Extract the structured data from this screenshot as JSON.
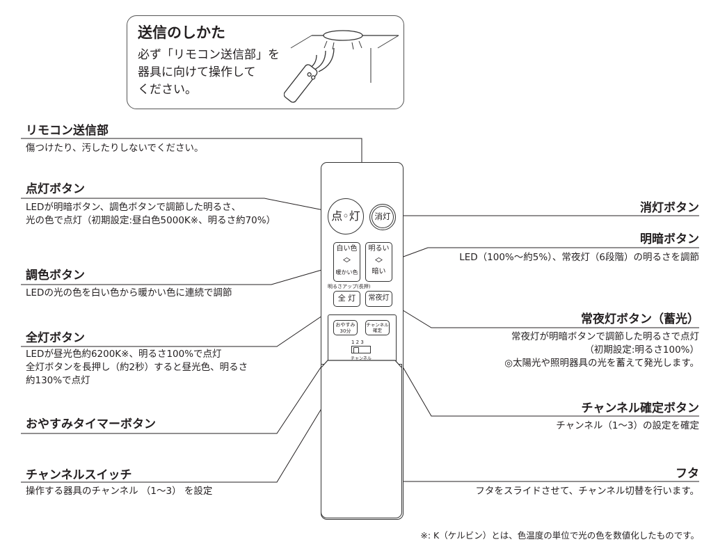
{
  "infobox": {
    "title": "送信のしかた",
    "body": "必ず「リモコン送信部」を\n器具に向けて操作して\nください。"
  },
  "callouts": {
    "transmitter": {
      "title": "リモコン送信部",
      "desc": "傷つけたり、汚したりしないでください。"
    },
    "on_button": {
      "title": "点灯ボタン",
      "desc": "LEDが明暗ボタン、調色ボタンで調節した明るさ、\n光の色で点灯（初期設定:昼白色5000K※、明るさ約70%）"
    },
    "color_button": {
      "title": "調色ボタン",
      "desc": "LEDの光の色を白い色から暖かい色に連続で調節"
    },
    "full_button": {
      "title": "全灯ボタン",
      "desc": "LEDが昼光色約6200K※、明るさ100%で点灯\n全灯ボタンを長押し（約2秒）すると昼光色、明るさ\n約130%で点灯"
    },
    "sleep_timer": {
      "title": "おやすみタイマーボタン"
    },
    "channel_switch": {
      "title": "チャンネルスイッチ",
      "desc": "操作する器具のチャンネル （1〜3） を設定"
    },
    "off_button": {
      "title": "消灯ボタン"
    },
    "brightness_button": {
      "title": "明暗ボタン",
      "desc": "LED（100%〜約5%）、常夜灯（6段階）の明るさを調節"
    },
    "nightlight_button": {
      "title": "常夜灯ボタン（蓄光）",
      "desc": "常夜灯が明暗ボタンで調節した明るさで点灯\n（初期設定:明るさ100%）\n◎太陽光や照明器具の光を蓄えて発光します。"
    },
    "channel_confirm": {
      "title": "チャンネル確定ボタン",
      "desc": "チャンネル（1〜3）の設定を確定"
    },
    "lid": {
      "title": "フタ",
      "desc": "フタをスライドさせて、チャンネル切替を行います。"
    }
  },
  "remote": {
    "on_label": "点◦灯",
    "off_label": "消灯",
    "color_top": "白い色",
    "color_arrows": "︿\n﹀",
    "color_bottom": "暖かい色",
    "bright_top": "明るい",
    "bright_bottom": "暗い",
    "longpress_note": "明るさアップ(長押)",
    "full_label": "全 灯",
    "night_label": "常夜灯",
    "sleep_label": "おやすみ\n30分",
    "confirm_label": "チャンネル\n確定",
    "switch_numbers": "1 2 3",
    "switch_label": "チャンネル"
  },
  "footnote": "※: K（ケルビン）とは、色温度の単位で光の色を数値化したものです。"
}
